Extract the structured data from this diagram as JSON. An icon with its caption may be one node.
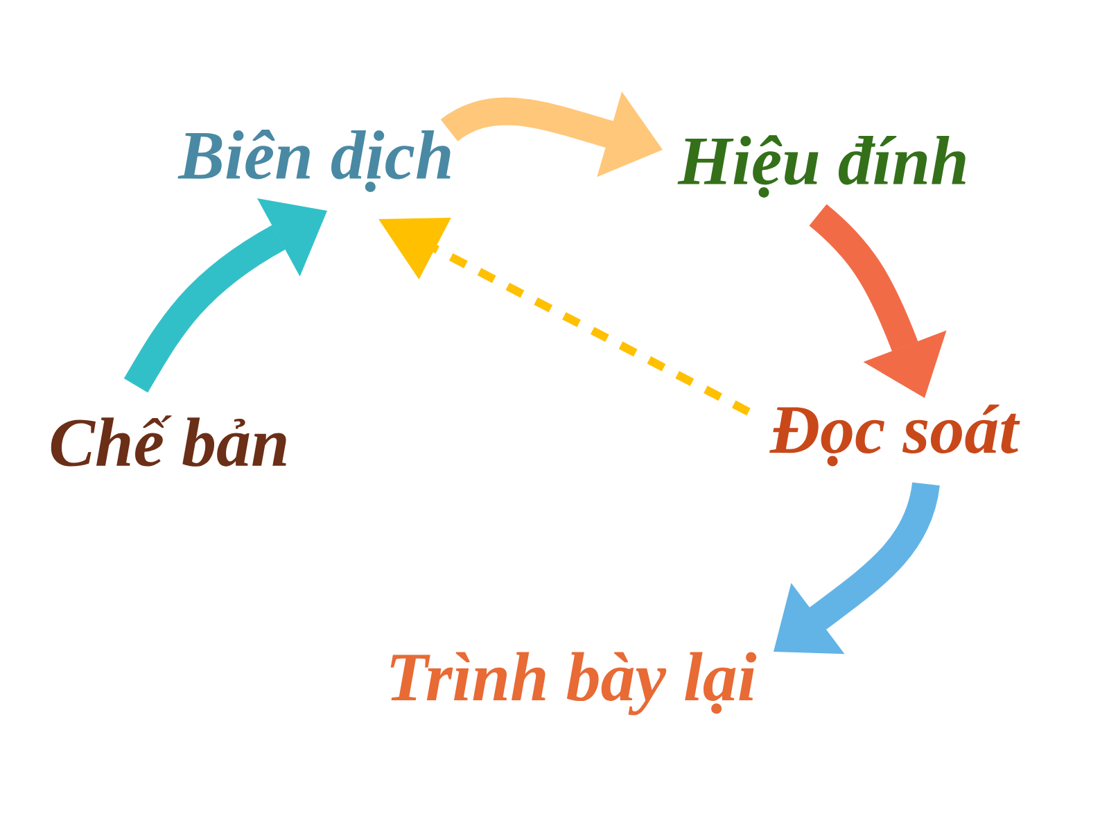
{
  "diagram": {
    "nodes": [
      {
        "text": [
          "Chế bản"
        ]
      },
      {
        "text": [
          "Biên dịch"
        ]
      },
      {
        "text": [
          "Hiệu đính"
        ]
      },
      {
        "text": [
          "Đọc soát"
        ]
      },
      {
        "text": [
          "Trình bày lại"
        ]
      }
    ],
    "edges": [
      {
        "from": 0,
        "to": 1,
        "arrow": "to",
        "color": "#32c0c8"
      },
      {
        "from": 1,
        "to": 2,
        "arrow": "to",
        "color": "#ffc77a"
      },
      {
        "from": 2,
        "to": 3,
        "arrow": "to",
        "color": "#f26b47"
      },
      {
        "from": 3,
        "to": 4,
        "arrow": "to",
        "color": "#62b4e6"
      },
      {
        "from": 3,
        "to": 1,
        "arrow": "to",
        "style": "dashed",
        "color": "#ffc000"
      }
    ]
  }
}
